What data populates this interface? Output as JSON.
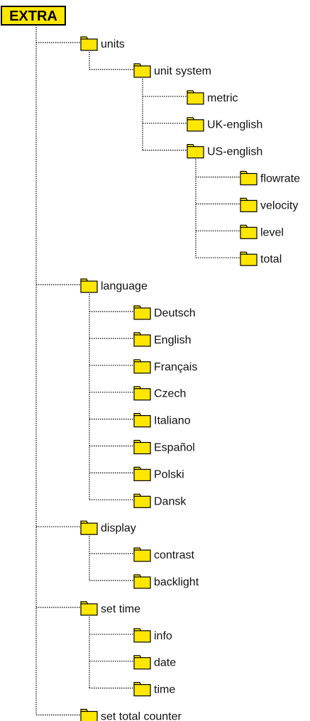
{
  "colors": {
    "folder": "#ffe600",
    "root": "#ffe600",
    "line": "#000000"
  },
  "root": {
    "label": "EXTRA"
  },
  "nodes": [
    {
      "label": "units",
      "children": [
        {
          "label": "unit system",
          "children": [
            {
              "label": "metric"
            },
            {
              "label": "UK-english"
            },
            {
              "label": "US-english",
              "children": [
                {
                  "label": "flowrate"
                },
                {
                  "label": "velocity"
                },
                {
                  "label": "level"
                },
                {
                  "label": "total"
                }
              ]
            }
          ]
        }
      ]
    },
    {
      "label": "language",
      "children": [
        {
          "label": "Deutsch"
        },
        {
          "label": "English"
        },
        {
          "label": "Français"
        },
        {
          "label": "Czech"
        },
        {
          "label": "Italiano"
        },
        {
          "label": "Español"
        },
        {
          "label": "Polski"
        },
        {
          "label": "Dansk"
        }
      ]
    },
    {
      "label": "display",
      "children": [
        {
          "label": "contrast"
        },
        {
          "label": "backlight"
        }
      ]
    },
    {
      "label": "set time",
      "children": [
        {
          "label": "info"
        },
        {
          "label": "date"
        },
        {
          "label": "time"
        }
      ]
    },
    {
      "label": "set total counter"
    }
  ]
}
